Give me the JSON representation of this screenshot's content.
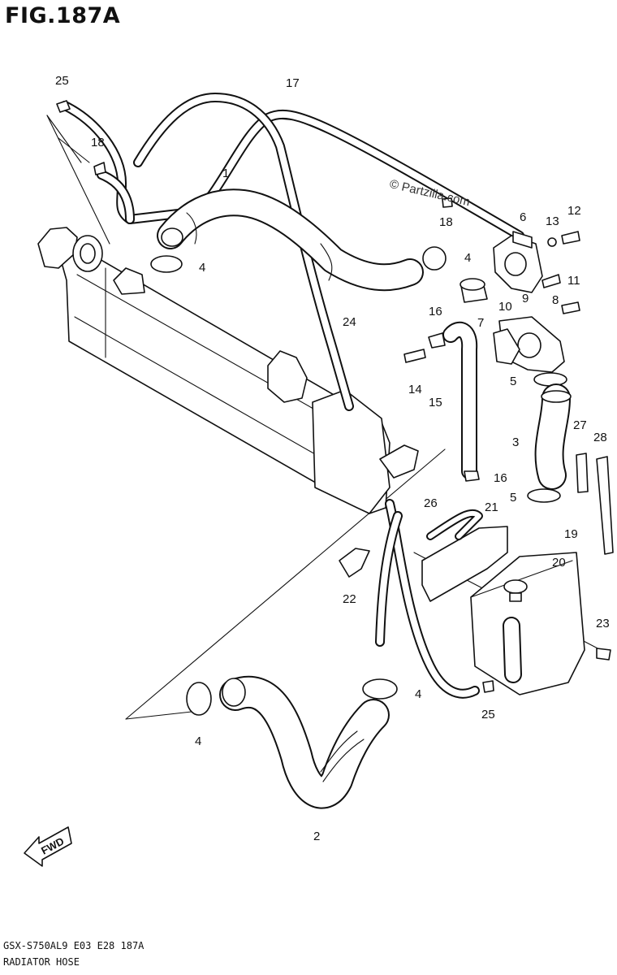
{
  "header": {
    "figure_title": "FIG.187A"
  },
  "watermark": "© Partzilla.com",
  "footer": {
    "model_code": "GSX-S750AL9  E03  E28  187A",
    "caption": "RADIATOR HOSE"
  },
  "fwd_arrow": {
    "label": "FWD"
  },
  "callouts": [
    "25",
    "17",
    "18",
    "1",
    "18",
    "6",
    "13",
    "12",
    "4",
    "4",
    "9",
    "11",
    "8",
    "16",
    "7",
    "10",
    "24",
    "14",
    "5",
    "15",
    "27",
    "3",
    "28",
    "16",
    "5",
    "26",
    "21",
    "19",
    "20",
    "22",
    "23",
    "4",
    "25",
    "4",
    "2"
  ]
}
